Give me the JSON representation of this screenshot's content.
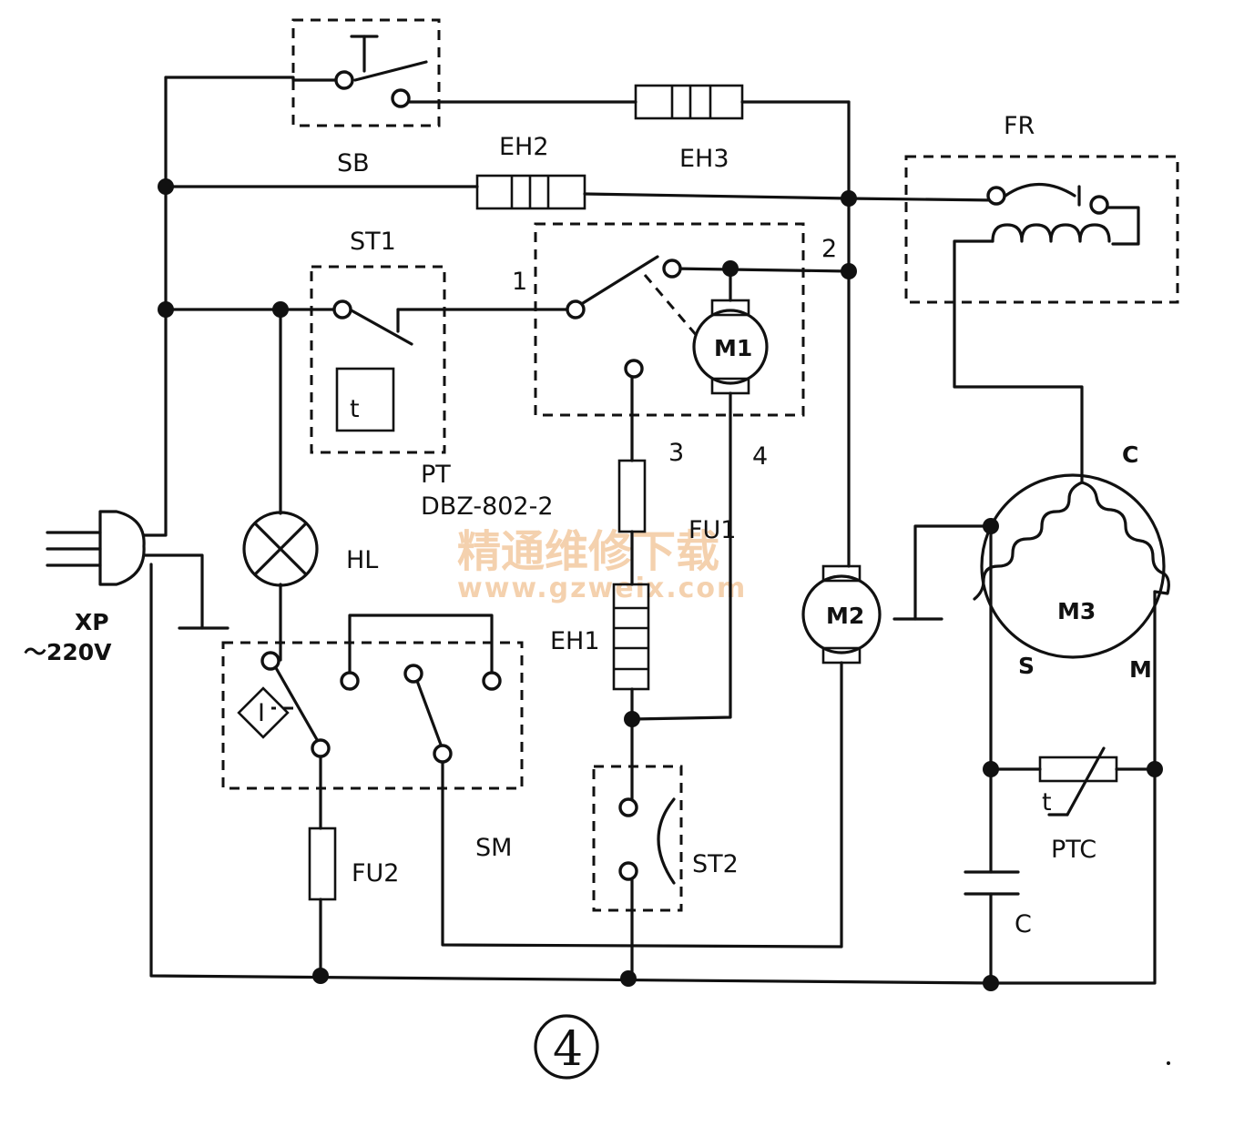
{
  "labels": {
    "sb": "SB",
    "eh2": "EH2",
    "eh3": "EH3",
    "fr": "FR",
    "st1": "ST1",
    "node1": "1",
    "node2": "2",
    "node3": "3",
    "node4": "4",
    "m1": "M1",
    "m2": "M2",
    "m3": "M3",
    "pt": "PT",
    "pt_model": "DBZ-802-2",
    "fu1": "FU1",
    "fu2": "FU2",
    "eh1": "EH1",
    "hl": "HL",
    "xp": "XP",
    "voltage": "～220V",
    "sm": "SM",
    "st2": "ST2",
    "ptc": "PTC",
    "cap": "C",
    "m3_c": "C",
    "m3_s": "S",
    "m3_m": "M",
    "t_pt": "t",
    "t_ptc": "t",
    "sm_i": "I"
  },
  "watermark": {
    "cn": "精通维修下载",
    "url": "www.gzweix.com"
  },
  "figure_number": "④"
}
